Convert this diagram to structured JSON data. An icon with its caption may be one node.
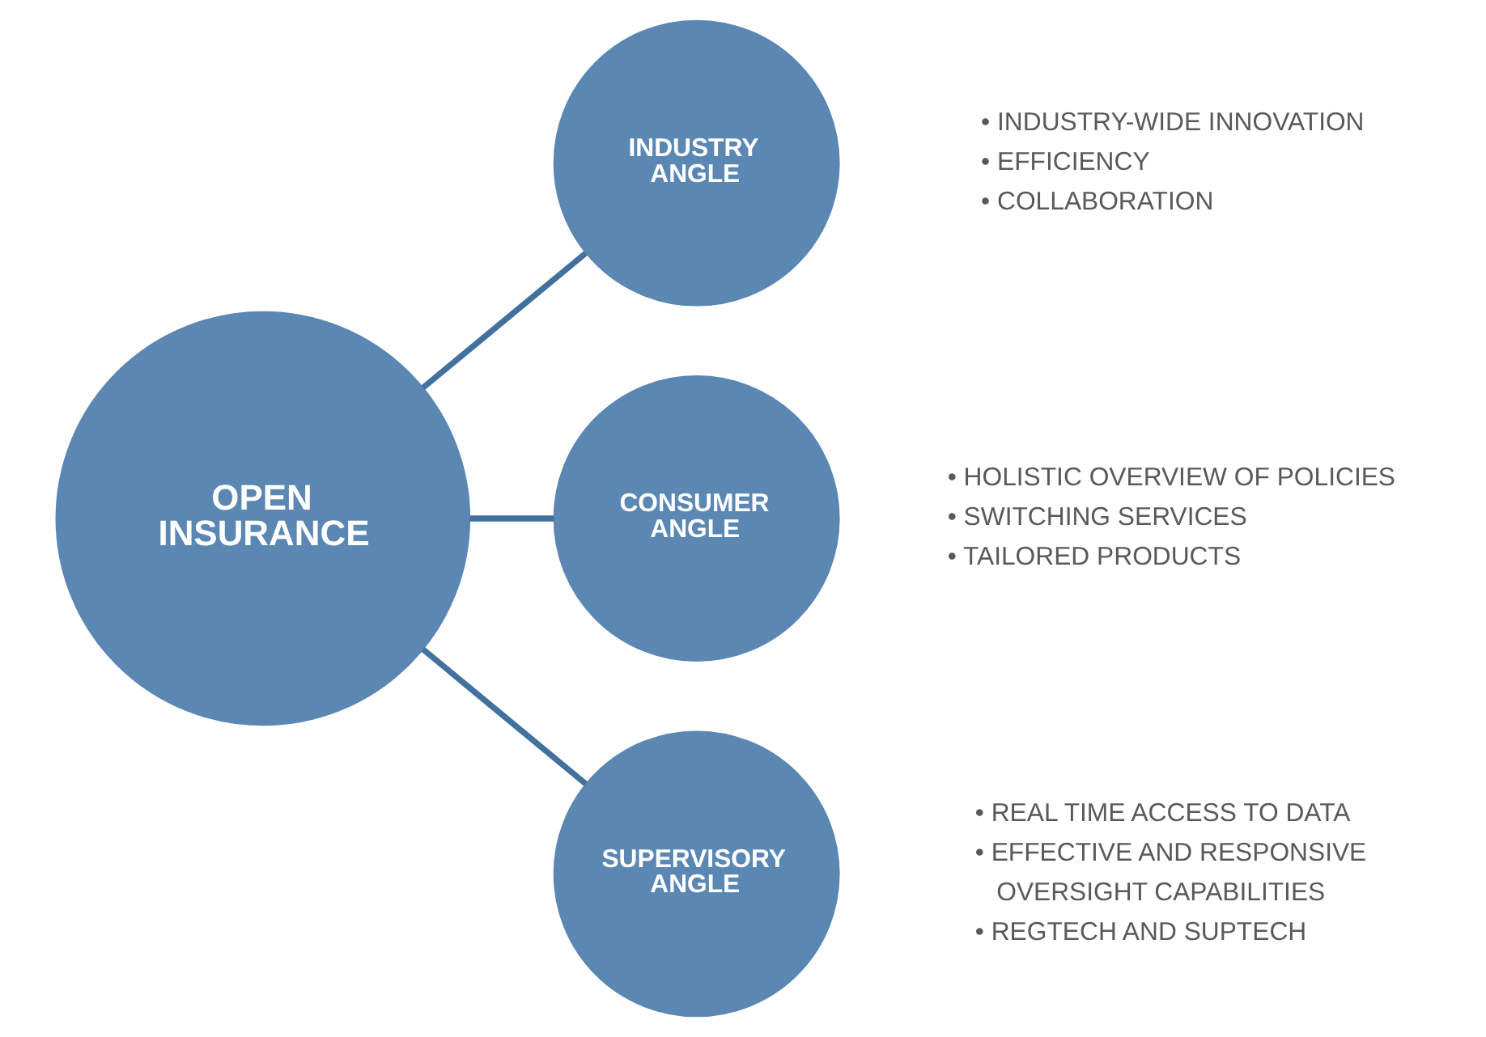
{
  "diagram": {
    "nodes": [
      {
        "text": [
          "OPEN INSURANCE"
        ]
      },
      {
        "text": [
          "INDUSTRY ANGLE"
        ],
        "beside": [
          "• INDUSTRY-WIDE INNOVATION",
          "• EFFICIENCY",
          "• COLLABORATION"
        ]
      },
      {
        "text": [
          "CONSUMER ANGLE"
        ],
        "beside": [
          "• HOLISTIC OVERVIEW OF POLICIES",
          "• SWITCHING SERVICES",
          "• TAILORED PRODUCTS"
        ]
      },
      {
        "text": [
          "SUPERVISORY ANGLE"
        ],
        "beside": [
          "• REAL TIME ACCESS TO DATA",
          "• EFFECTIVE AND RESPONSIVE OVERSIGHT CAPABILITIES",
          "• REGTECH AND SUPTECH"
        ]
      }
    ],
    "edges": [
      {
        "from": 0,
        "to": 1,
        "arrow": "none"
      },
      {
        "from": 0,
        "to": 2,
        "arrow": "none"
      },
      {
        "from": 0,
        "to": 3,
        "arrow": "none"
      }
    ]
  }
}
